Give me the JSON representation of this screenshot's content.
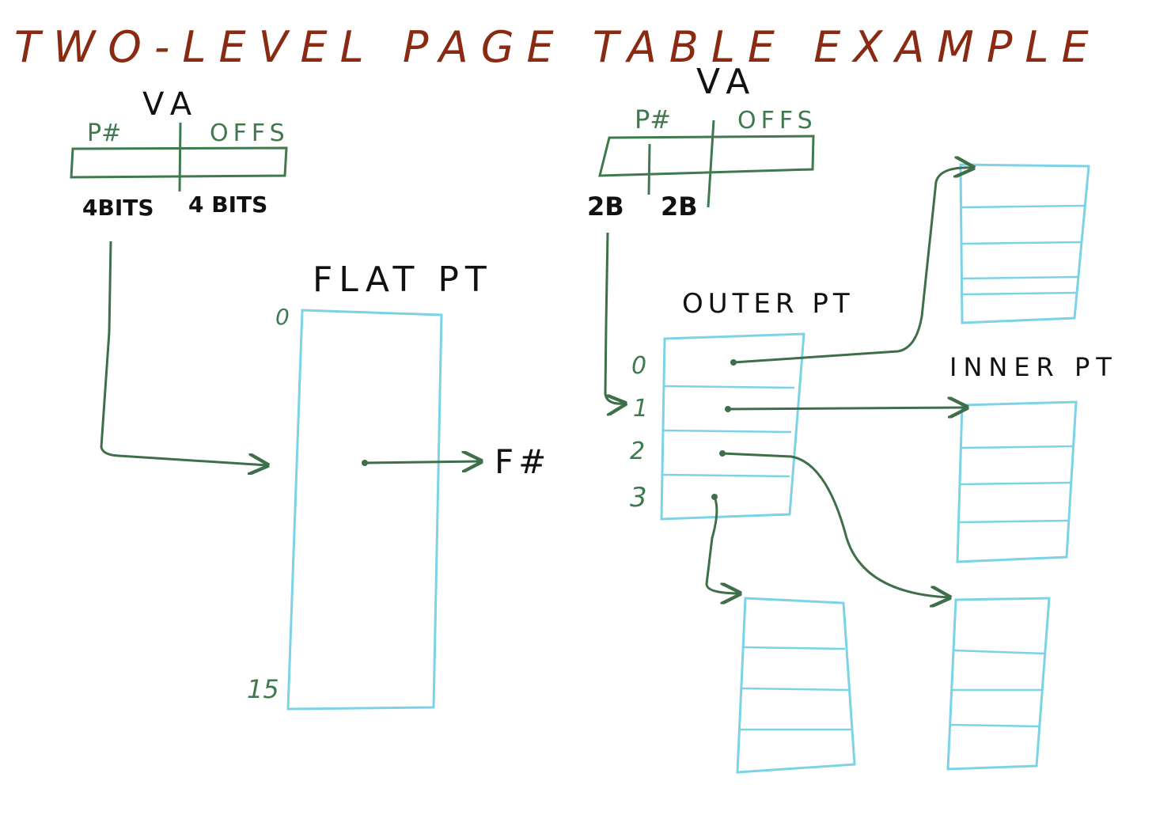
{
  "title": "TWO-LEVEL PAGE TABLE EXAMPLE",
  "flat": {
    "va_label": "VA",
    "page_number_field": "P#",
    "offset_field": "OFFS",
    "page_number_bits": "4BITS",
    "offset_bits": "4 BITS",
    "table_label": "FLAT PT",
    "first_index": "0",
    "last_index": "15",
    "result_label": "F#"
  },
  "two_level": {
    "va_label": "VA",
    "page_number_field": "P#",
    "offset_field": "OFFS",
    "outer_bits": "2B",
    "inner_bits": "2B",
    "outer_table_label": "OUTER PT",
    "inner_table_label": "INNER PT",
    "outer_indices": [
      "0",
      "1",
      "2",
      "3"
    ]
  },
  "colors": {
    "title": "#8a2a12",
    "ink": "#111111",
    "field_green": "#3f7a4f",
    "table_cyan": "#7dd3e6"
  }
}
